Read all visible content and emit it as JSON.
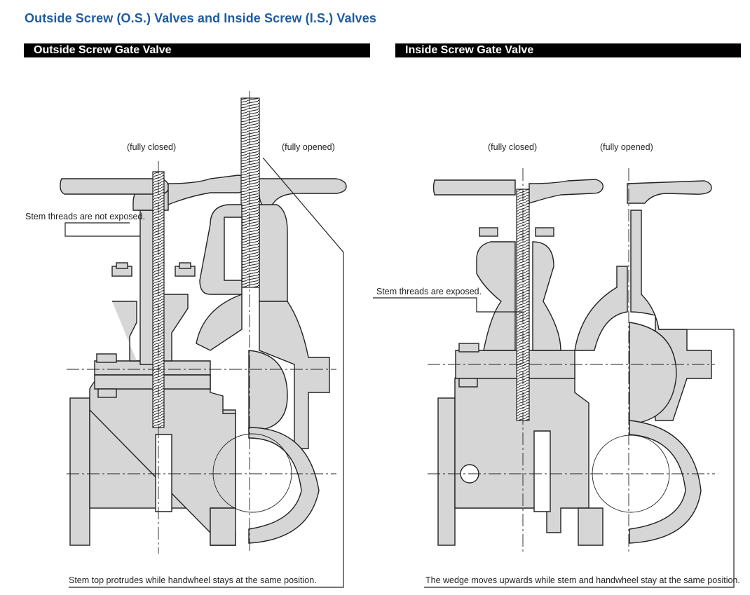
{
  "page_title": "Outside Screw (O.S.) Valves and Inside Screw (I.S.) Valves",
  "left_section": {
    "header": "Outside Screw Gate Valve",
    "label_closed": "(fully closed)",
    "label_opened": "(fully opened)",
    "callout_stem": "Stem threads are not exposed.",
    "caption": "Stem top protrudes while handwheel stays at the same position."
  },
  "right_section": {
    "header": "Inside Screw Gate Valve",
    "label_closed": "(fully closed)",
    "label_opened": "(fully opened)",
    "callout_stem": "Stem threads are exposed.",
    "caption": "The wedge moves upwards while stem and handwheel stay at the same position."
  },
  "colors": {
    "title": "#1f5b9e",
    "header_bar": "#000000",
    "part_fill": "#d6d6d6"
  }
}
